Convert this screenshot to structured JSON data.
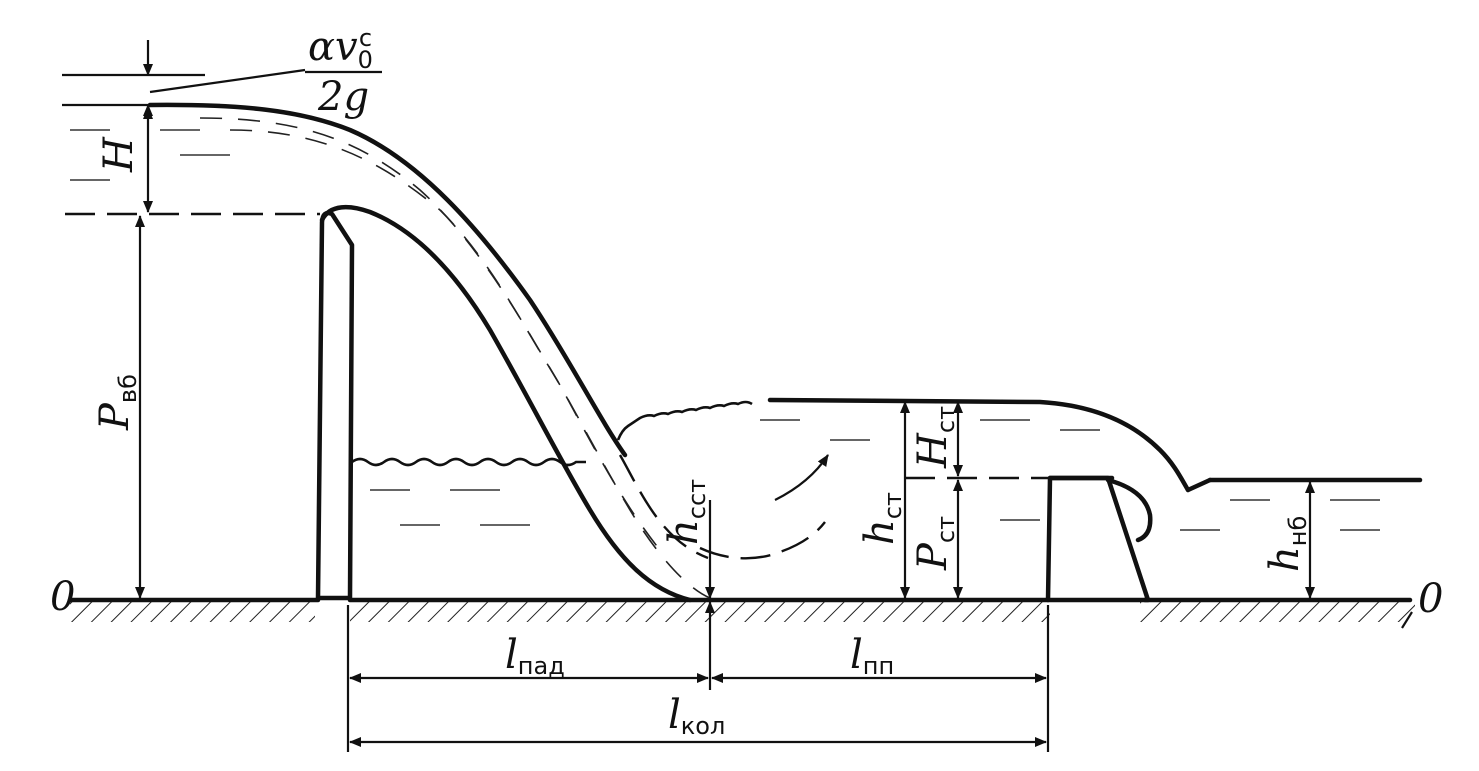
{
  "labels": {
    "velocity_head_numerator": "αv",
    "velocity_head_sub": "0",
    "velocity_head_sup": "c",
    "velocity_head_denominator": "2g",
    "H": "H",
    "P_vb": "P",
    "P_vb_sub": "вб",
    "datum_left": "0",
    "datum_right": "0",
    "h_cst": "h",
    "h_cst_sub": "cст",
    "h_st": "h",
    "h_st_sub": "ст",
    "H_st": "H",
    "H_st_sub": "ст",
    "P_st": "P",
    "P_st_sub": "ст",
    "h_nb": "h",
    "h_nb_sub": "нб",
    "l_pad": "l",
    "l_pad_sub": "пад",
    "l_pp": "l",
    "l_pp_sub": "пп",
    "l_kol": "l",
    "l_kol_sub": "кол"
  }
}
